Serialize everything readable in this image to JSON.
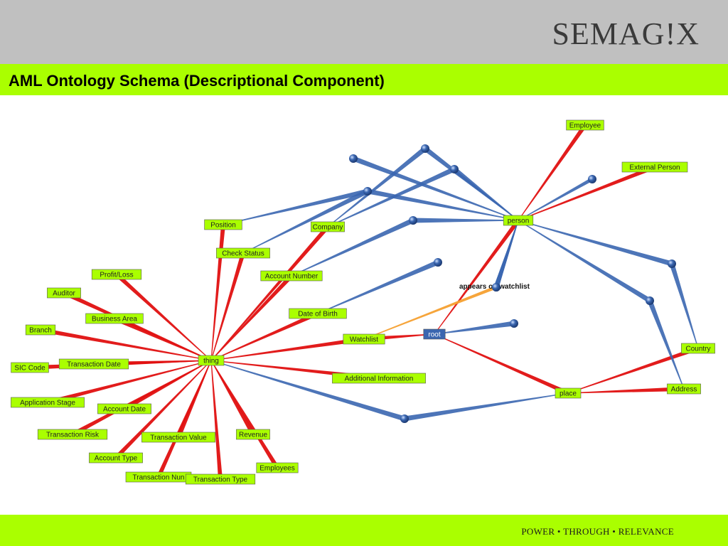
{
  "header": {
    "logo_text": "SEMAG!X",
    "title": "AML Ontology Schema (Descriptional Component)"
  },
  "footer": {
    "tagline": "POWER • THROUGH • RELEVANCE"
  },
  "colors": {
    "accent_green": "#aaff00",
    "header_gray": "#c0c0c0",
    "edge_red": "#e01010",
    "edge_blue": "#3a66b0",
    "edge_orange": "#f5a030",
    "node_blue": "#3a66b0"
  },
  "diagram": {
    "labeled_nodes": [
      {
        "id": "thing",
        "label": "thing"
      },
      {
        "id": "person",
        "label": "person"
      },
      {
        "id": "place",
        "label": "place"
      },
      {
        "id": "root",
        "label": "root"
      },
      {
        "id": "watchlist",
        "label": "Watchlist"
      },
      {
        "id": "employee",
        "label": "Employee"
      },
      {
        "id": "external_person",
        "label": "External Person"
      },
      {
        "id": "country",
        "label": "Country"
      },
      {
        "id": "address",
        "label": "Address"
      },
      {
        "id": "position",
        "label": "Position"
      },
      {
        "id": "company",
        "label": "Company"
      },
      {
        "id": "check_status",
        "label": "Check Status"
      },
      {
        "id": "account_number",
        "label": "Account Number"
      },
      {
        "id": "date_of_birth",
        "label": "Date of Birth"
      },
      {
        "id": "additional_information",
        "label": "Additional Information"
      },
      {
        "id": "profit_loss",
        "label": "Profit/Loss"
      },
      {
        "id": "auditor",
        "label": "Auditor"
      },
      {
        "id": "business_area",
        "label": "Business Area"
      },
      {
        "id": "branch",
        "label": "Branch"
      },
      {
        "id": "sic_code",
        "label": "SIC Code"
      },
      {
        "id": "transaction_date",
        "label": "Transaction Date"
      },
      {
        "id": "application_stage",
        "label": "Application Stage"
      },
      {
        "id": "account_date",
        "label": "Account Date"
      },
      {
        "id": "transaction_risk",
        "label": "Transaction Risk"
      },
      {
        "id": "account_type",
        "label": "Account Type"
      },
      {
        "id": "transaction_value",
        "label": "Transaction Value"
      },
      {
        "id": "transaction_number",
        "label": "Transaction Nun"
      },
      {
        "id": "transaction_type",
        "label": "Transaction Type"
      },
      {
        "id": "revenue",
        "label": "Revenue"
      },
      {
        "id": "employees",
        "label": "Employees"
      }
    ],
    "ball_nodes": [
      {
        "id": "b1"
      },
      {
        "id": "b2"
      },
      {
        "id": "b3"
      },
      {
        "id": "b4"
      },
      {
        "id": "b5"
      },
      {
        "id": "b6"
      },
      {
        "id": "b7"
      },
      {
        "id": "b8"
      },
      {
        "id": "b9"
      },
      {
        "id": "b10"
      },
      {
        "id": "b11"
      },
      {
        "id": "b12"
      },
      {
        "id": "b13"
      }
    ],
    "edges": [
      {
        "from": "thing",
        "to": "position",
        "kind": "red"
      },
      {
        "from": "thing",
        "to": "company",
        "kind": "red"
      },
      {
        "from": "thing",
        "to": "check_status",
        "kind": "red"
      },
      {
        "from": "thing",
        "to": "account_number",
        "kind": "red"
      },
      {
        "from": "thing",
        "to": "date_of_birth",
        "kind": "red"
      },
      {
        "from": "thing",
        "to": "watchlist",
        "kind": "red"
      },
      {
        "from": "thing",
        "to": "additional_information",
        "kind": "red"
      },
      {
        "from": "thing",
        "to": "profit_loss",
        "kind": "red"
      },
      {
        "from": "thing",
        "to": "auditor",
        "kind": "red"
      },
      {
        "from": "thing",
        "to": "business_area",
        "kind": "red"
      },
      {
        "from": "thing",
        "to": "branch",
        "kind": "red"
      },
      {
        "from": "thing",
        "to": "sic_code",
        "kind": "red"
      },
      {
        "from": "thing",
        "to": "transaction_date",
        "kind": "red"
      },
      {
        "from": "thing",
        "to": "application_stage",
        "kind": "red"
      },
      {
        "from": "thing",
        "to": "account_date",
        "kind": "red"
      },
      {
        "from": "thing",
        "to": "transaction_risk",
        "kind": "red"
      },
      {
        "from": "thing",
        "to": "account_type",
        "kind": "red"
      },
      {
        "from": "thing",
        "to": "transaction_value",
        "kind": "red"
      },
      {
        "from": "thing",
        "to": "transaction_number",
        "kind": "red"
      },
      {
        "from": "thing",
        "to": "transaction_type",
        "kind": "red"
      },
      {
        "from": "thing",
        "to": "revenue",
        "kind": "red"
      },
      {
        "from": "thing",
        "to": "employees",
        "kind": "red"
      },
      {
        "from": "root",
        "to": "watchlist",
        "kind": "red"
      },
      {
        "from": "root",
        "to": "place",
        "kind": "red"
      },
      {
        "from": "root",
        "to": "person",
        "kind": "red"
      },
      {
        "from": "person",
        "to": "employee",
        "kind": "red"
      },
      {
        "from": "person",
        "to": "external_person",
        "kind": "red"
      },
      {
        "from": "place",
        "to": "country",
        "kind": "red"
      },
      {
        "from": "place",
        "to": "address",
        "kind": "red"
      },
      {
        "from": "thing",
        "to": "b13",
        "kind": "blue"
      },
      {
        "from": "place",
        "to": "b13",
        "kind": "blue"
      },
      {
        "from": "person",
        "to": "b1",
        "kind": "blue"
      },
      {
        "from": "person",
        "to": "b2",
        "kind": "blue"
      },
      {
        "from": "person",
        "to": "b3",
        "kind": "blue"
      },
      {
        "from": "person",
        "to": "b4",
        "kind": "blue"
      },
      {
        "from": "person",
        "to": "b5",
        "kind": "blue"
      },
      {
        "from": "person",
        "to": "b6",
        "kind": "blue"
      },
      {
        "from": "person",
        "to": "b8",
        "kind": "blue"
      },
      {
        "from": "person",
        "to": "b9",
        "kind": "blue"
      },
      {
        "from": "person",
        "to": "b10",
        "kind": "blue"
      },
      {
        "from": "person",
        "to": "b11",
        "kind": "blue"
      },
      {
        "from": "root",
        "to": "b12",
        "kind": "blue"
      },
      {
        "from": "company",
        "to": "b2",
        "kind": "blue"
      },
      {
        "from": "company",
        "to": "b3",
        "kind": "blue"
      },
      {
        "from": "position",
        "to": "b4",
        "kind": "blue"
      },
      {
        "from": "check_status",
        "to": "b4",
        "kind": "blue"
      },
      {
        "from": "account_number",
        "to": "b6",
        "kind": "blue"
      },
      {
        "from": "date_of_birth",
        "to": "b7",
        "kind": "blue"
      },
      {
        "from": "country",
        "to": "b10",
        "kind": "blue"
      },
      {
        "from": "address",
        "to": "b11",
        "kind": "blue"
      },
      {
        "from": "watchlist",
        "to": "b9",
        "kind": "orange",
        "label": "appears on watchlist"
      }
    ]
  }
}
